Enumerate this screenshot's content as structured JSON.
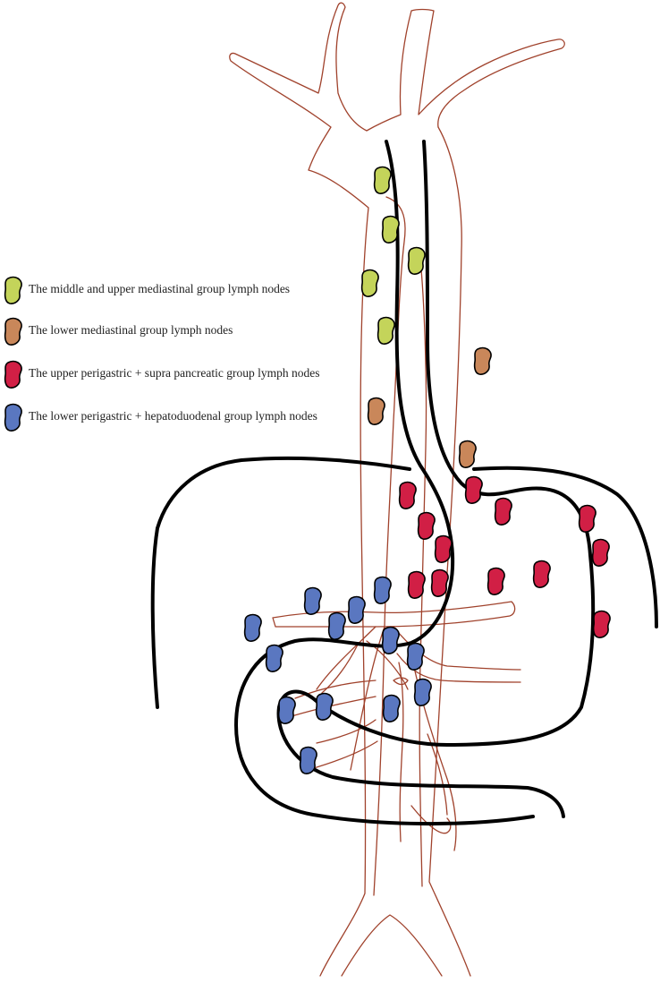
{
  "legend": [
    {
      "label": "The middle and upper mediastinal group lymph nodes",
      "color": "#c4d45a"
    },
    {
      "label": "The lower mediastinal group lymph nodes",
      "color": "#c9875a"
    },
    {
      "label": "The upper perigastric + supra pancreatic group lymph nodes",
      "color": "#d11f45"
    },
    {
      "label": "The lower perigastric + hepatoduodenal group lymph nodes",
      "color": "#5a77c0"
    }
  ],
  "colors": {
    "vessel": "#a0422c",
    "organ_outline": "#000000"
  }
}
